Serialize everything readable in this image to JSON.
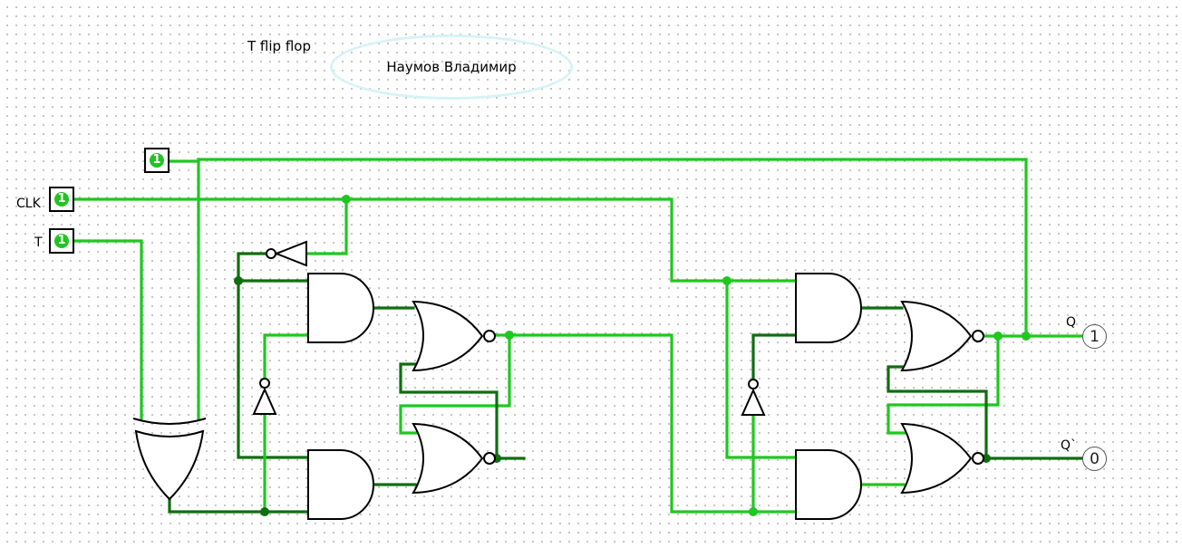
{
  "title": "T flip flop",
  "author": "Наумов Владимир",
  "inputs": {
    "enable": {
      "value": "1"
    },
    "clk": {
      "label": "CLK",
      "value": "1"
    },
    "t": {
      "label": "T",
      "value": "1"
    }
  },
  "outputs": {
    "q": {
      "label": "Q",
      "value": "1"
    },
    "qbar": {
      "label": "Q`",
      "value": "0"
    }
  },
  "colors": {
    "wire_on": "#1ec81e",
    "wire_off": "#0f6e0f",
    "pin_led": "#22c322",
    "author_ellipse": "#d6f2f7"
  },
  "components": [
    "xor-gate",
    "and-gate",
    "nor-gate",
    "not-gate",
    "input-pin",
    "output-probe"
  ]
}
